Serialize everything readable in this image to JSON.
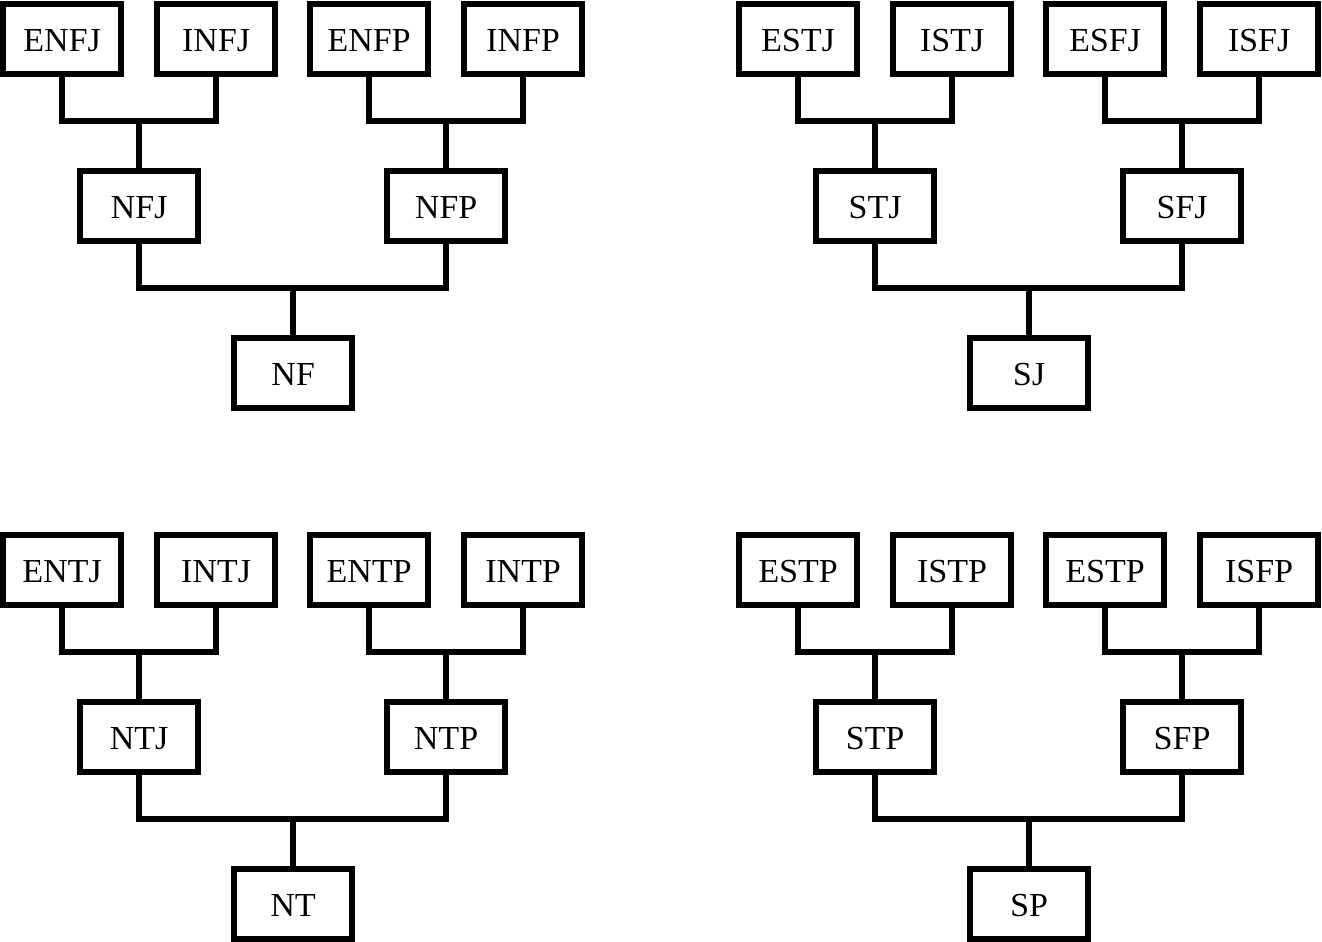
{
  "colors": {
    "stroke": "#000000",
    "background": "#ffffff"
  },
  "trees": [
    {
      "id": "nf",
      "leaves": [
        "ENFJ",
        "INFJ",
        "ENFP",
        "INFP"
      ],
      "middle": [
        "NFJ",
        "NFP"
      ],
      "root": "NF"
    },
    {
      "id": "sj",
      "leaves": [
        "ESTJ",
        "ISTJ",
        "ESFJ",
        "ISFJ"
      ],
      "middle": [
        "STJ",
        "SFJ"
      ],
      "root": "SJ"
    },
    {
      "id": "nt",
      "leaves": [
        "ENTJ",
        "INTJ",
        "ENTP",
        "INTP"
      ],
      "middle": [
        "NTJ",
        "NTP"
      ],
      "root": "NT"
    },
    {
      "id": "sp",
      "leaves": [
        "ESTP",
        "ISTP",
        "ESTP",
        "ISFP"
      ],
      "middle": [
        "STP",
        "SFP"
      ],
      "root": "SP"
    }
  ]
}
